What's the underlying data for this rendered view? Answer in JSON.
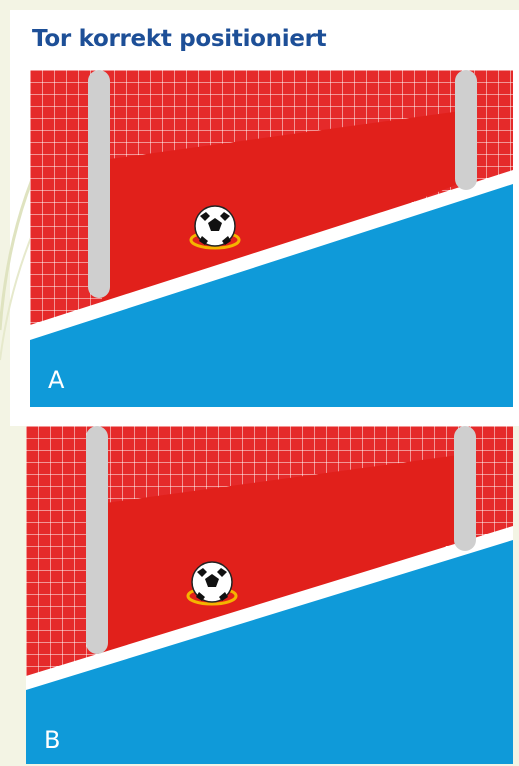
{
  "title": "Tor korrekt positioniert",
  "panels": [
    {
      "label": "A"
    },
    {
      "label": "B"
    }
  ],
  "colors": {
    "title": "#1d4f97",
    "background": "#f3f4e4",
    "card": "#ffffff",
    "net": "#e52a2a",
    "goal_area": "#e1201b",
    "floor": "#0f9ad9",
    "post": "#cfcfcf",
    "line": "#ffffff",
    "ball_ring": "#f5b400"
  },
  "icons": [
    "soccer-ball-icon"
  ]
}
